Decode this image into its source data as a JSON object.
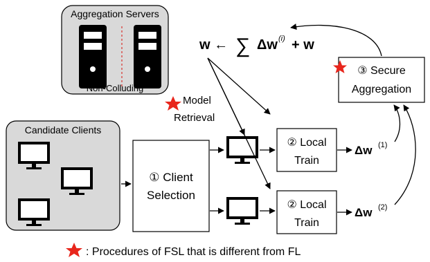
{
  "aggregation_servers": {
    "title": "Aggregation Servers",
    "subtitle": "Non-Colluding"
  },
  "candidate_clients": {
    "title": "Candidate Clients"
  },
  "client_selection": {
    "line1": "① Client",
    "line2": "Selection"
  },
  "local_train_1": {
    "line1": "② Local",
    "line2": "Train"
  },
  "local_train_2": {
    "line1": "② Local",
    "line2": "Train"
  },
  "secure_aggregation": {
    "line1": "③ Secure",
    "line2": "Aggregation"
  },
  "model_retrieval": {
    "line1": "Model",
    "line2": "Retrieval"
  },
  "update_rule": {
    "lhs": "w ←",
    "sum": "∑",
    "delta": "Δw",
    "sup": "(i)",
    "rest": "+ w"
  },
  "delta_1": {
    "delta": "Δw",
    "sup": "(1)"
  },
  "delta_2": {
    "delta": "Δw",
    "sup": "(2)"
  },
  "legend": {
    "text": ": Procedures of FSL that is different from FL"
  },
  "icons": [
    "server-icon",
    "monitor-icon",
    "star-icon"
  ],
  "colors": {
    "star": "#e8261c",
    "panel": "#d9d9d9",
    "stroke": "#000000",
    "divider": "#d9534f"
  }
}
